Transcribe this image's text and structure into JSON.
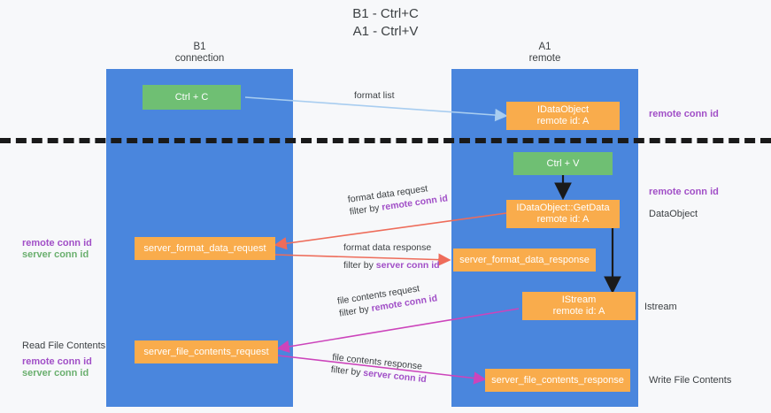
{
  "title": "B1 - Ctrl+C\nA1 - Ctrl+V",
  "lanes": [
    {
      "id": "b1",
      "title": "B1\nconnection",
      "color": "#4a86dd"
    },
    {
      "id": "a1",
      "title": "A1\nremote",
      "color": "#4a86dd"
    }
  ],
  "nodes": [
    {
      "id": "ctrl-c",
      "label": "Ctrl + C",
      "color": "green"
    },
    {
      "id": "idataobject",
      "label": "IDataObject\nremote id: A",
      "color": "orange"
    },
    {
      "id": "ctrl-v",
      "label": "Ctrl + V",
      "color": "green"
    },
    {
      "id": "idataobject-getdata",
      "label": "IDataObject::GetData\nremote id: A",
      "color": "orange"
    },
    {
      "id": "server-format-data-request",
      "label": "server_format_data_request",
      "color": "orange"
    },
    {
      "id": "server-format-data-response",
      "label": "server_format_data_response",
      "color": "orange"
    },
    {
      "id": "istream",
      "label": "IStream\nremote id: A",
      "color": "orange"
    },
    {
      "id": "server-file-contents-request",
      "label": "server_file_contents_request",
      "color": "orange"
    },
    {
      "id": "server-file-contents-response",
      "label": "server_file_contents_response",
      "color": "orange"
    }
  ],
  "edges": [
    {
      "id": "format-list",
      "line1": "format list",
      "line2": "",
      "filter_key": "",
      "color": "#a8cdf0"
    },
    {
      "id": "format-data-request",
      "line1": "format data request",
      "line2": "filter by ",
      "filter_key": "remote conn id",
      "color": "#ee6c5a"
    },
    {
      "id": "format-data-response",
      "line1": "format data response",
      "line2": "filter by ",
      "filter_key": "server conn id",
      "color": "#ee6c5a"
    },
    {
      "id": "file-contents-request",
      "line1": "file contents request",
      "line2": "filter by ",
      "filter_key": "remote conn id",
      "color": "#cc44bb"
    },
    {
      "id": "file-contents-response",
      "line1": "file contents response",
      "line2": "filter by ",
      "filter_key": "server conn id",
      "color": "#cc44bb"
    }
  ],
  "side_labels": {
    "right_remote_conn_id_top": "remote conn id",
    "right_remote_conn_id_mid": "remote conn id",
    "right_dataobject": "DataObject",
    "right_istream": "Istream",
    "right_write_file_contents": "Write File Contents",
    "left_remote_conn_id": "remote conn id",
    "left_server_conn_id": "server conn id",
    "left_read_file_contents": "Read File Contents",
    "left_remote_conn_id_2": "remote conn id",
    "left_server_conn_id_2": "server conn id"
  },
  "colors": {
    "lane": "#4a86dd",
    "green_node": "#6fbf73",
    "orange_node": "#f9ac4c",
    "purple_text": "#a14fc7",
    "green_text": "#6aaf6e",
    "arrow_blue": "#a8cdf0",
    "arrow_red": "#ee6c5a",
    "arrow_magenta": "#cc44bb",
    "separator": "#1a1a1a",
    "background": "#f7f8fa"
  }
}
